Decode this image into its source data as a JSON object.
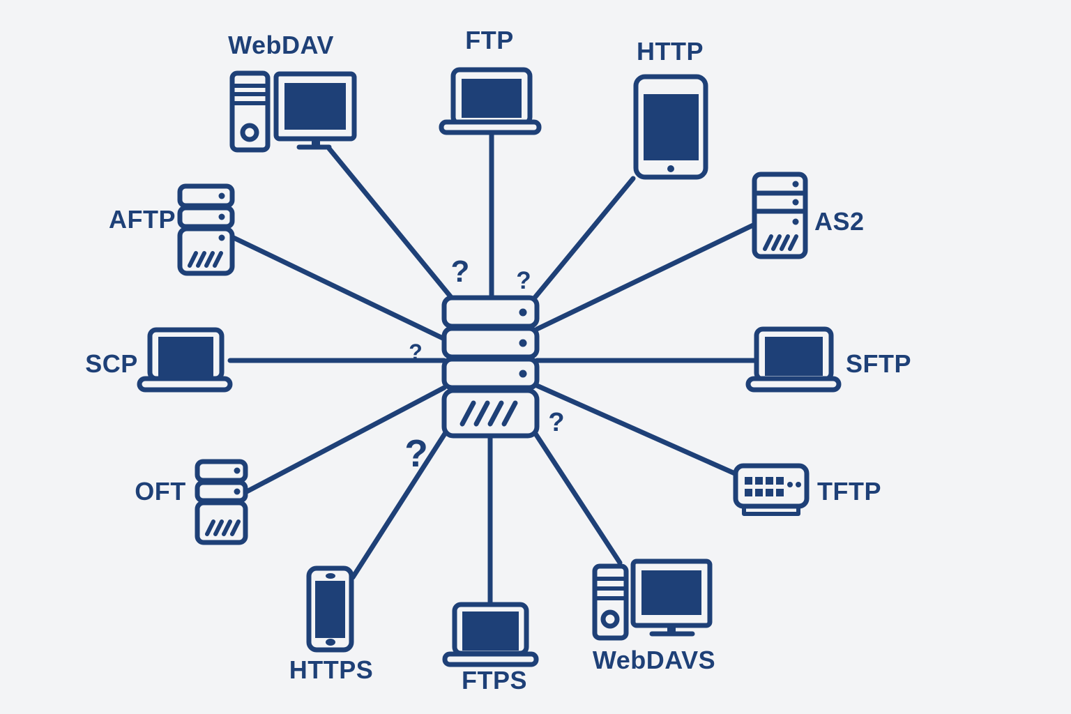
{
  "diagram": {
    "title": "File transfer protocols network diagram",
    "colors": {
      "line": "#1e4077",
      "background": "#f3f4f6"
    },
    "center": {
      "device": "server-stack"
    },
    "question_marks": {
      "qm1": "?",
      "qm2": "?",
      "qm3": "?",
      "qm4": "?",
      "qm5": "?"
    },
    "nodes": {
      "webdav": {
        "label": "WebDAV",
        "device": "desktop-computer"
      },
      "ftp": {
        "label": "FTP",
        "device": "laptop"
      },
      "http": {
        "label": "HTTP",
        "device": "tablet"
      },
      "as2": {
        "label": "AS2",
        "device": "server"
      },
      "sftp": {
        "label": "SFTP",
        "device": "laptop"
      },
      "tftp": {
        "label": "TFTP",
        "device": "network-switch"
      },
      "webdavs": {
        "label": "WebDAVS",
        "device": "desktop-computer"
      },
      "ftps": {
        "label": "FTPS",
        "device": "laptop"
      },
      "https": {
        "label": "HTTPS",
        "device": "smartphone"
      },
      "oft": {
        "label": "OFT",
        "device": "server"
      },
      "scp": {
        "label": "SCP",
        "device": "laptop"
      },
      "aftp": {
        "label": "AFTP",
        "device": "server"
      }
    }
  }
}
